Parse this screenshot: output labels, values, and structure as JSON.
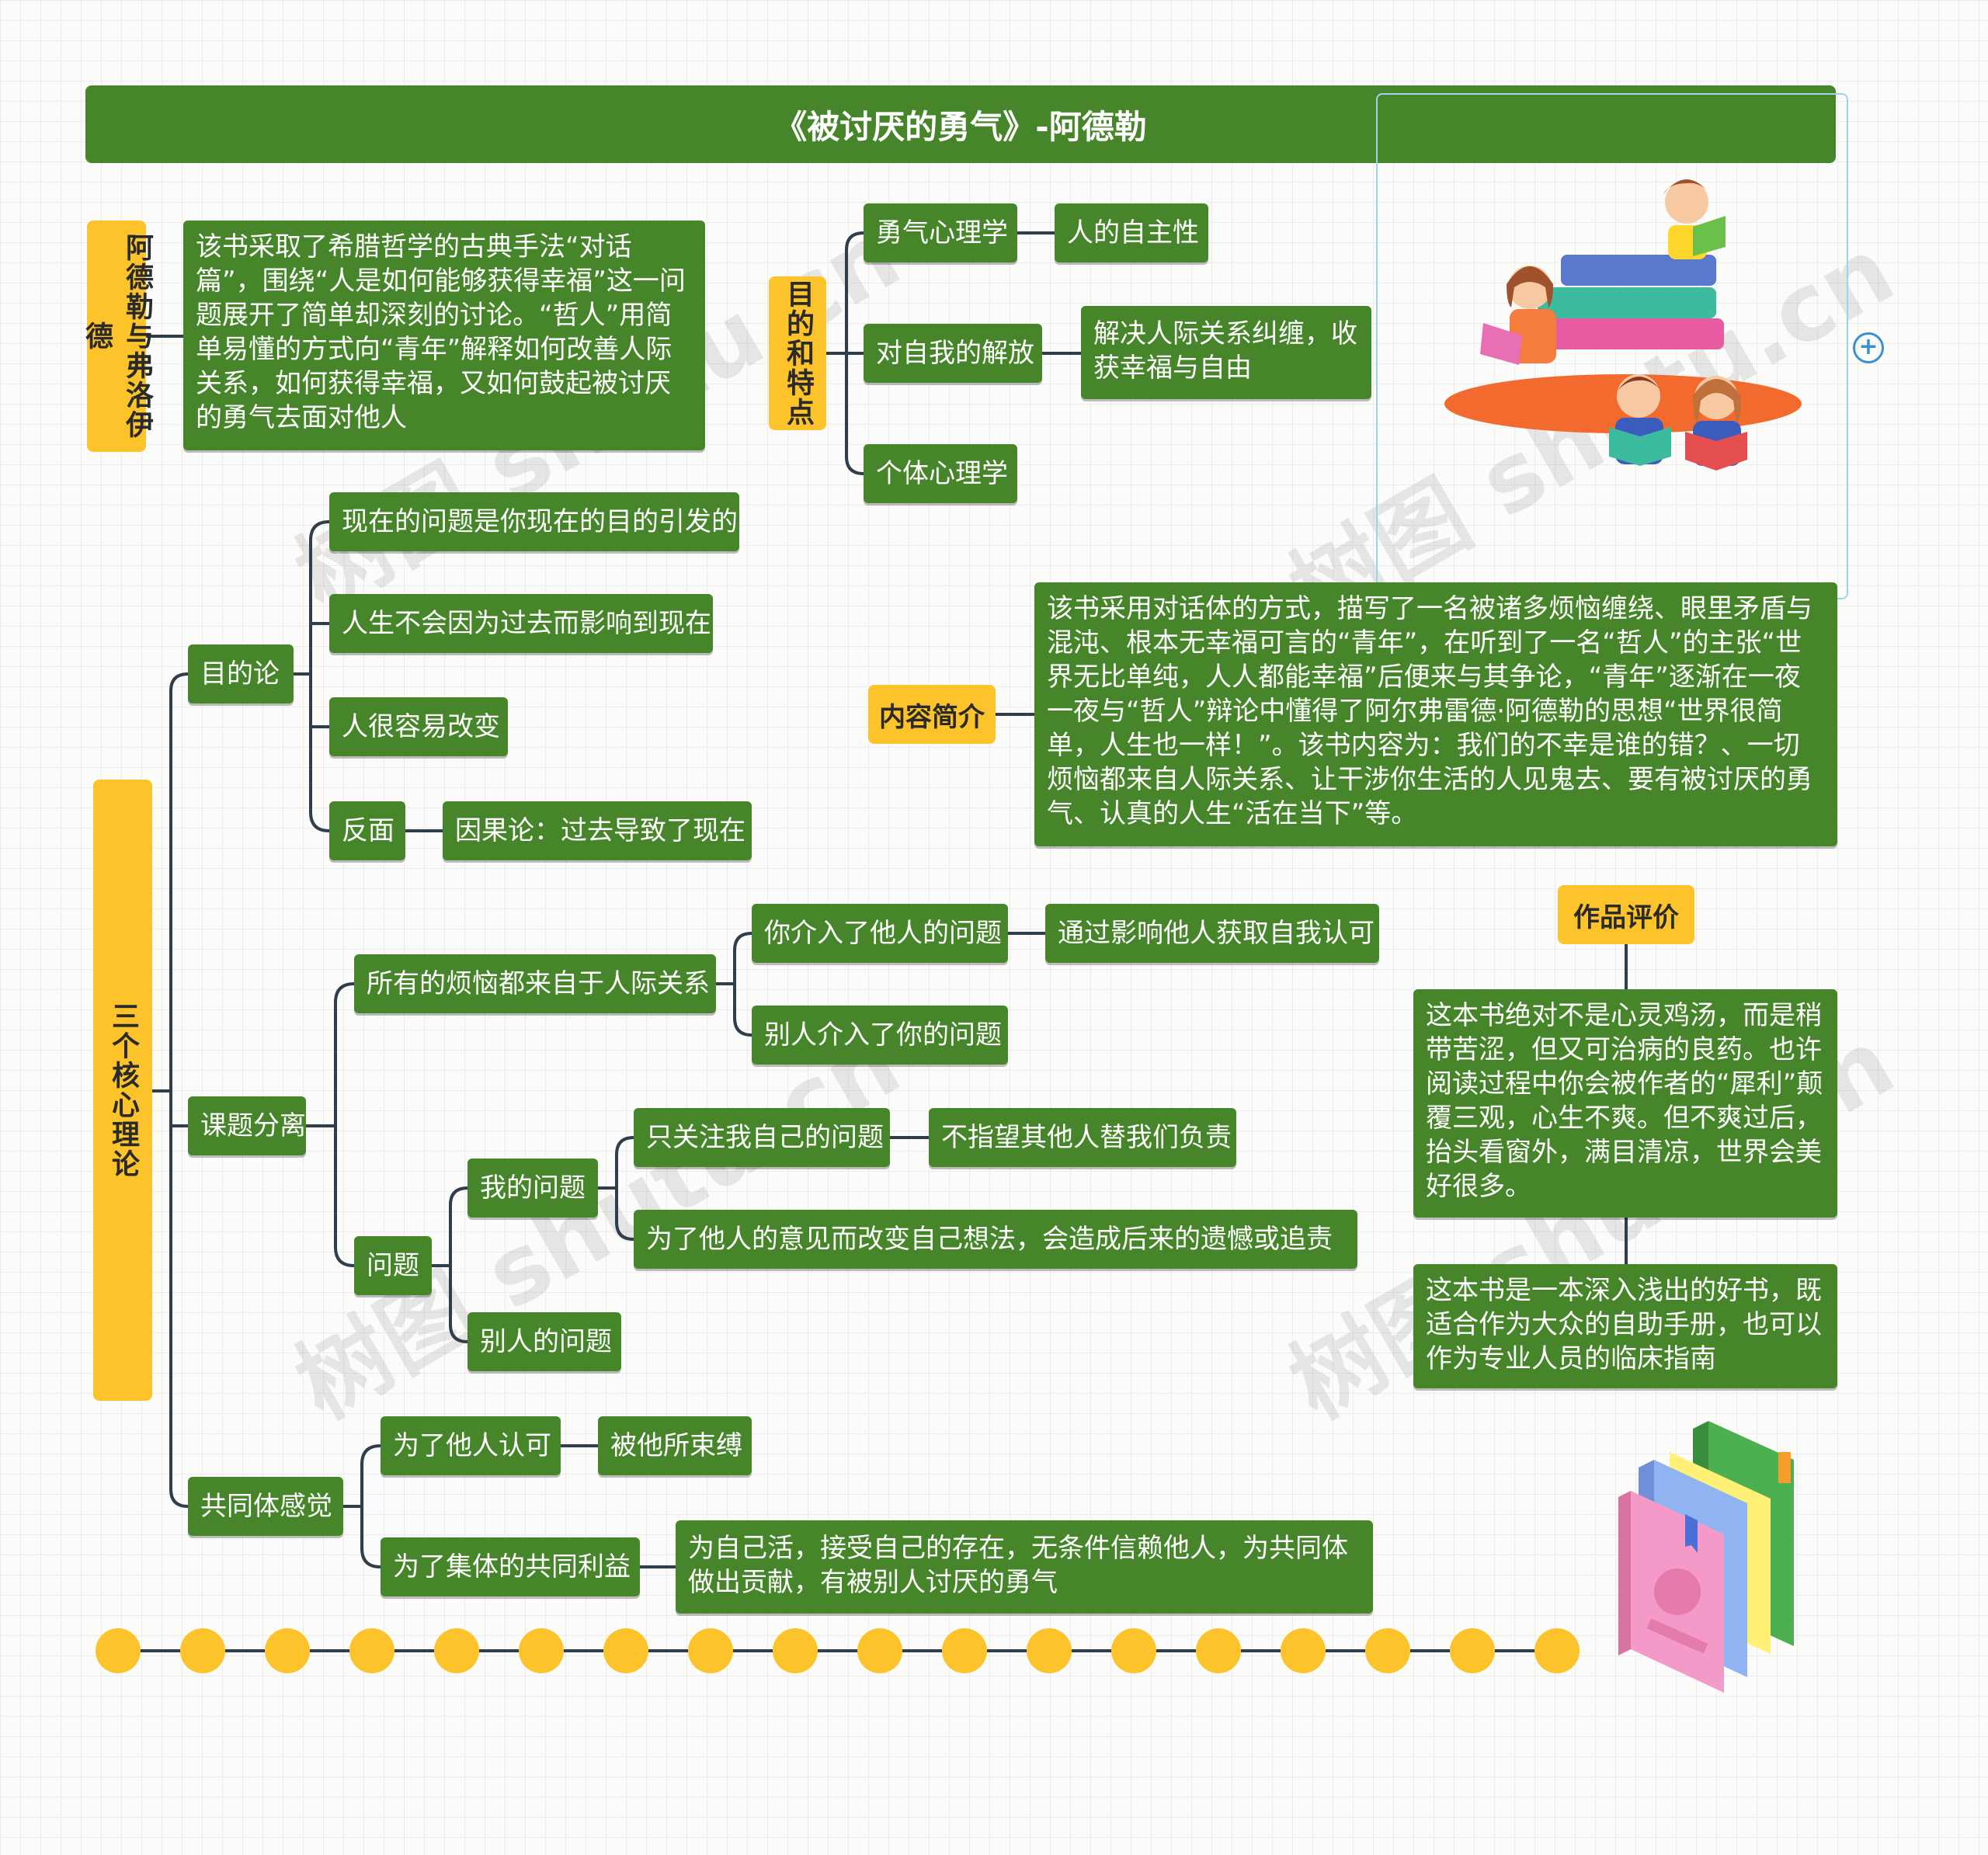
{
  "title": "《被讨厌的勇气》-阿德勒",
  "adler_freud": {
    "label": "阿德勒与弗洛伊德",
    "text": "该书采取了希腊哲学的古典手法“对话篇”，围绕“人是如何能够获得幸福”这一问题展开了简单却深刻的讨论。“哲人”用简单易懂的方式向“青年”解释如何改善人际关系，如何获得幸福，又如何鼓起被讨厌的勇气去面对他人"
  },
  "purpose": {
    "label": "目的和特点",
    "courage": "勇气心理学",
    "autonomy": "人的自主性",
    "liberation": "对自我的解放",
    "liberation_detail": "解决人际关系纠缠，收获幸福与自由",
    "individual": "个体心理学"
  },
  "core": {
    "label": "三个核心理论",
    "teleology": {
      "label": "目的论",
      "items": [
        "现在的问题是你现在的目的引发的",
        "人生不会因为过去而影响到现在",
        "人很容易改变"
      ],
      "opposite": "反面",
      "opposite_detail": "因果论：过去导致了现在"
    },
    "separation": {
      "label": "课题分离",
      "relations": "所有的烦恼都来自于人际关系",
      "you_intervene": "你介入了他人的问题",
      "you_intervene_detail": "通过影响他人获取自我认可",
      "others_intervene": "别人介入了你的问题",
      "problem": "问题",
      "my_problem": "我的问题",
      "focus_self": "只关注我自己的问题",
      "focus_self_detail": "不指望其他人替我们负责",
      "for_others": "为了他人的意见而改变自己想法，会造成后来的遗憾或追责",
      "others_problem": "别人的问题"
    },
    "community": {
      "label": "共同体感觉",
      "approval": "为了他人认可",
      "approval_detail": "被他所束缚",
      "common": "为了集体的共同利益",
      "common_detail": "为自己活，接受自己的存在，无条件信赖他人，为共同体做出贡献，有被别人讨厌的勇气"
    }
  },
  "summary": {
    "label": "内容简介",
    "text": "该书采用对话体的方式，描写了一名被诸多烦恼缠绕、眼里矛盾与混沌、根本无幸福可言的“青年”，在听到了一名“哲人”的主张“世界无比单纯，人人都能幸福”后便来与其争论，“青年”逐渐在一夜一夜与“哲人”辩论中懂得了阿尔弗雷德·阿德勒的思想“世界很简单，人生也一样！”。该书内容为：我们的不幸是谁的错？、一切烦恼都来自人际关系、让干涉你生活的人见鬼去、要有被讨厌的勇气、认真的人生“活在当下”等。"
  },
  "review": {
    "label": "作品评价",
    "text1": "这本书绝对不是心灵鸡汤，而是稍带苦涩，但又可治病的良药。也许阅读过程中你会被作者的“犀利”颠覆三观，心生不爽。但不爽过后，抬头看窗外，满目清凉，世界会美好很多。",
    "text2": "这本书是一本深入浅出的好书，既适合作为大众的自助手册，也可以作为专业人员的临床指南"
  },
  "watermark": "树图 shutu.cn",
  "colors": {
    "node_green": "#46852a",
    "label_yellow": "#fcc42a",
    "line": "#2f3e4a",
    "dot": "#fcc42a"
  },
  "icons": [
    "children-reading-illustration",
    "book-stack-illustration",
    "add-node-icon"
  ]
}
